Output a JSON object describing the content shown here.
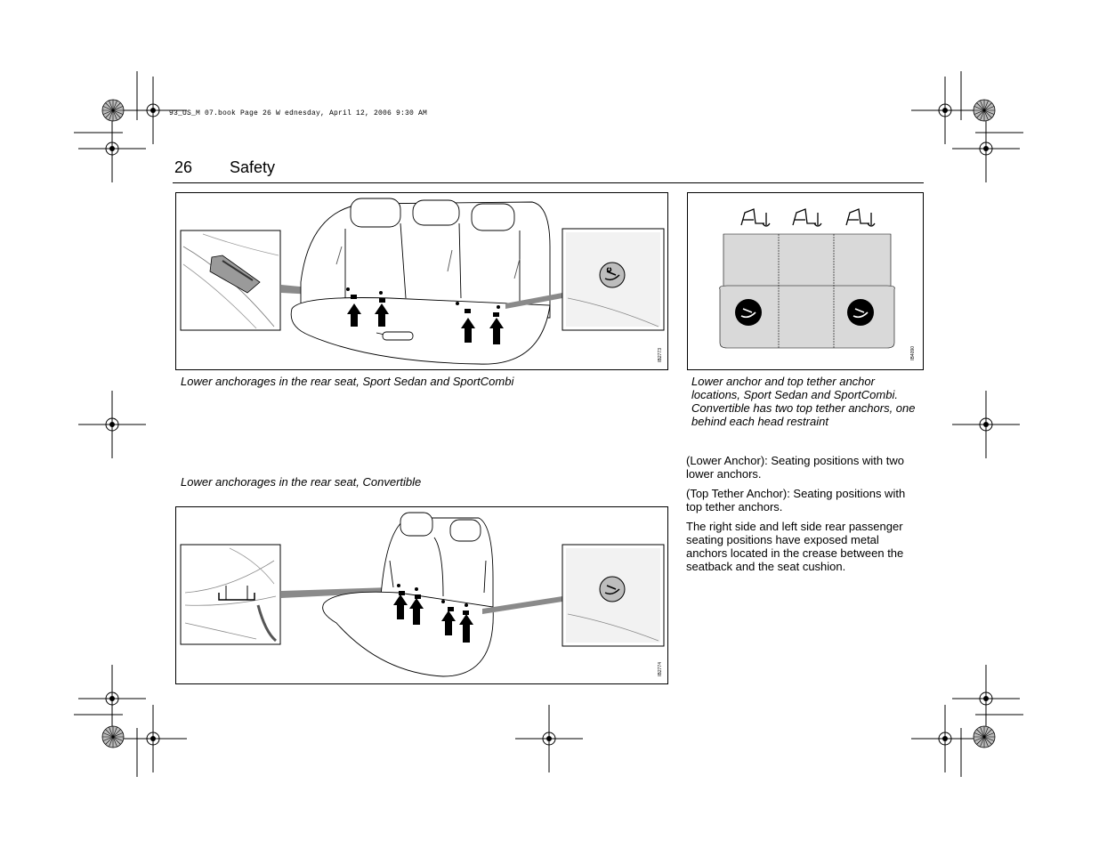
{
  "header": {
    "slug": "93_US_M 07.book Page 26 W ednesday, April 12, 2006 9:30 AM",
    "page_number": "26",
    "section_title": "Safety"
  },
  "figures": {
    "sedan": {
      "ref": "IB2773",
      "caption": "Lower anchorages in the rear seat, Sport Sedan and SportCombi"
    },
    "convertible": {
      "ref": "IB2774",
      "caption": "Lower anchorages in the rear seat, Convertible"
    },
    "anchor_diagram": {
      "ref": "IB4090",
      "caption": "Lower anchor and top tether anchor locations, Sport Sedan and SportCombi. Convertible has two top tether anchors, one behind each head restraint"
    }
  },
  "body": {
    "p1": "(Lower Anchor): Seating positions with two lower anchors.",
    "p2": "(Top Tether Anchor): Seating positions with top tether anchors.",
    "p3": "The right side and left side rear passenger seating positions have exposed metal anchors located in the crease between the seatback and the seat cushion."
  },
  "icons": {
    "lower_anchor": "child-seat-lower-anchor-icon",
    "top_tether": "child-seat-top-tether-icon",
    "arrow": "up-arrow-icon"
  },
  "colors": {
    "seat_fill": "#d9d9d9",
    "arrow": "#000000",
    "pointer": "#8a8a8a"
  }
}
